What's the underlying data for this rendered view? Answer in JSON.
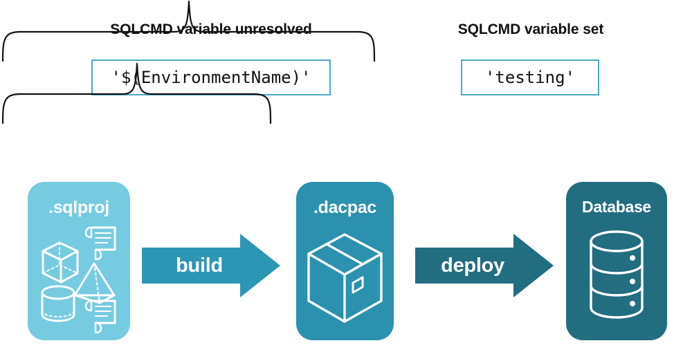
{
  "diagram": {
    "title": "SQLCMD variable resolution during build and deploy",
    "background_color": "#ffffff"
  },
  "headings": {
    "left": "SQLCMD variable unresolved",
    "right": "SQLCMD variable set"
  },
  "code_boxes": {
    "left": {
      "value": "'$(EnvironmentName)'",
      "border_color": "#4aa8c4"
    },
    "right": {
      "value": "'testing'",
      "border_color": "#4aa8c4"
    }
  },
  "braces": {
    "left": {
      "name": "brace-build-scope",
      "color": "#111111"
    },
    "right": {
      "name": "brace-deploy-scope",
      "color": "#111111"
    }
  },
  "cards": [
    {
      "id": "sqlproj",
      "title": ".sqlproj",
      "color": "#77cbe0",
      "icons": [
        "cube-icon",
        "scroll-icon",
        "pyramid-icon",
        "cylinder-icon",
        "scroll-icon"
      ]
    },
    {
      "id": "dacpac",
      "title": ".dacpac",
      "color": "#2b91ae",
      "icons": [
        "package-box-icon"
      ]
    },
    {
      "id": "database",
      "title": "Database",
      "color": "#236d80",
      "icons": [
        "database-cylinder-icon"
      ]
    }
  ],
  "arrows": [
    {
      "id": "build",
      "label": "build",
      "color": "#2e96b5"
    },
    {
      "id": "deploy",
      "label": "deploy",
      "color": "#236d80"
    }
  ]
}
